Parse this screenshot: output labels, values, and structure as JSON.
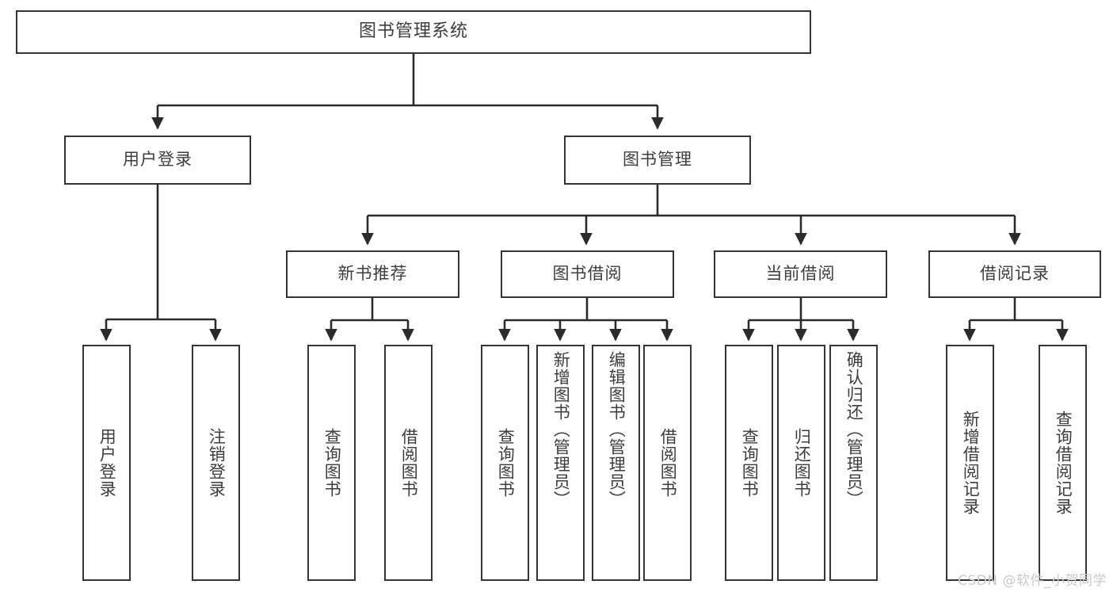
{
  "diagram": {
    "title": "图书管理系统",
    "type": "tree-hierarchy-chart",
    "root": {
      "label": "图书管理系统"
    },
    "level2": [
      {
        "label": "用户登录"
      },
      {
        "label": "图书管理"
      }
    ],
    "level3": [
      {
        "label": "新书推荐"
      },
      {
        "label": "图书借阅"
      },
      {
        "label": "当前借阅"
      },
      {
        "label": "借阅记录"
      }
    ],
    "leaves": {
      "user_login": [
        {
          "label": "用户登录"
        },
        {
          "label": "注销登录"
        }
      ],
      "new_book_recommend": [
        {
          "label": "查询图书"
        },
        {
          "label": "借阅图书"
        }
      ],
      "book_borrow": [
        {
          "label": "查询图书"
        },
        {
          "label": "新增图书（管理员）"
        },
        {
          "label": "编辑图书（管理员）"
        },
        {
          "label": "借阅图书"
        }
      ],
      "current_borrow": [
        {
          "label": "查询图书"
        },
        {
          "label": "归还图书"
        },
        {
          "label": "确认归还（管理员）"
        }
      ],
      "borrow_record": [
        {
          "label": "新增借阅记录"
        },
        {
          "label": "查询借阅记录"
        }
      ]
    }
  },
  "watermark": {
    "text": "CSDN @软件_小贺同学"
  },
  "colors": {
    "box_border": "#333333",
    "box_fill": "#ffffff",
    "text": "#3d3d3d",
    "edge": "#2b2b2b",
    "watermark": "#c9c9c9"
  }
}
